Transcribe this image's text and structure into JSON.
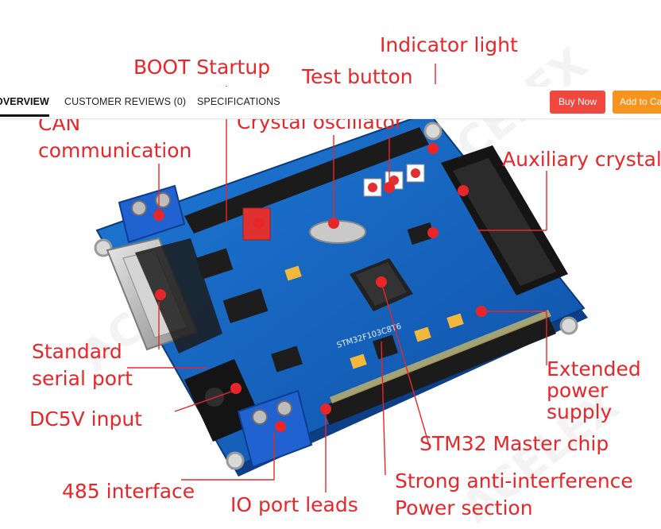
{
  "tabs": [
    {
      "label": "OVERVIEW"
    },
    {
      "label": "CUSTOMER REVIEWS (0)"
    },
    {
      "label": "SPECIFICATIONS"
    }
  ],
  "buttons": {
    "buy_now": "Buy Now",
    "add_to_cart": "Add to Ca"
  },
  "image": {
    "watermark": "ACELEX",
    "chip_marking": "STM32F103C8T6",
    "labels": {
      "boot_startup": "BOOT Startup",
      "indicator_light": "Indicator light",
      "test_button": "Test button",
      "can_line1": "CAN",
      "can_line2": "communication",
      "crystal_oscillator": "Crystal oscillator",
      "auxiliary_crystal": "Auxiliary crystal",
      "standard_serial_line1": "Standard",
      "standard_serial_line2": "serial port",
      "dc5v_input": "DC5V input",
      "extended_line1": "Extended",
      "extended_line2": "power",
      "extended_line3": "supply",
      "stm32_master": "STM32 Master chip",
      "interface_485": "485 interface",
      "strong_anti": "Strong anti-interference",
      "io_port_leads": "IO port leads",
      "power_section": "Power section"
    }
  },
  "colors": {
    "label_red": "#e8262a",
    "pcb_blue": "#1565c0",
    "buy_now_bg": "#f0483e",
    "add_to_cart_bg": "#f7941d"
  }
}
